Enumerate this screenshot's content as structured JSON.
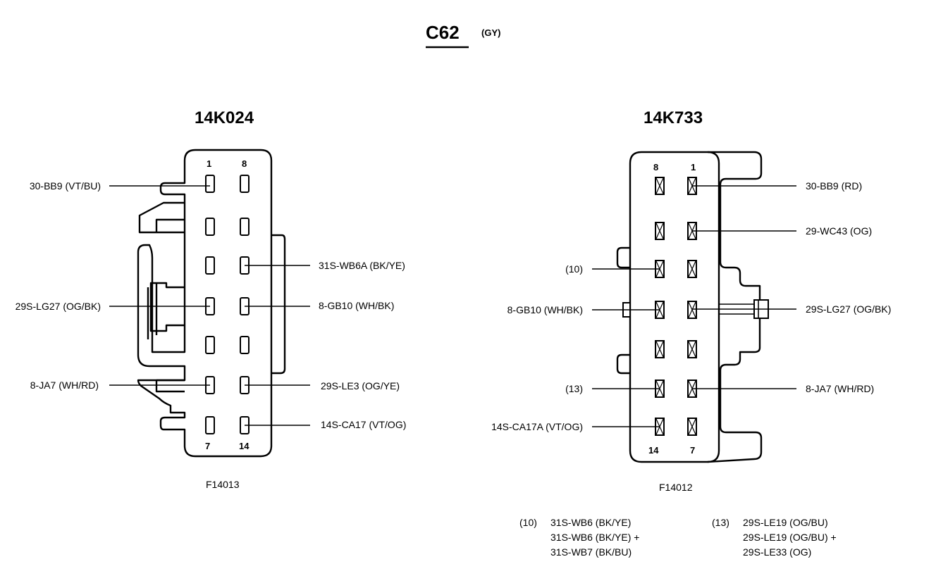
{
  "header": {
    "connector": "C62",
    "color_code": "(GY)"
  },
  "left": {
    "part": "14K024",
    "figure": "F14013",
    "pin_top_left": "1",
    "pin_top_right": "8",
    "pin_bottom_left": "7",
    "pin_bottom_right": "14",
    "labels": {
      "pin1": "30-BB9 (VT/BU)",
      "pin10": "31S-WB6A (BK/YE)",
      "pin4": "29S-LG27 (OG/BK)",
      "pin11": "8-GB10 (WH/BK)",
      "pin6": "8-JA7 (WH/RD)",
      "pin13": "29S-LE3 (OG/YE)",
      "pin14": "14S-CA17 (VT/OG)"
    }
  },
  "right": {
    "part": "14K733",
    "figure": "F14012",
    "pin_top_left": "8",
    "pin_top_right": "1",
    "pin_bottom_left": "14",
    "pin_bottom_right": "7",
    "labels": {
      "pin1": "30-BB9 (RD)",
      "pin2": "29-WC43 (OG)",
      "pin10": "(10)",
      "pin11": "8-GB10 (WH/BK)",
      "pin4": "29S-LG27 (OG/BK)",
      "pin13": "(13)",
      "pin6": "8-JA7 (WH/RD)",
      "pin14": "14S-CA17A (VT/OG)"
    }
  },
  "notes": {
    "n10_ref": "(10)",
    "n10_line1": "31S-WB6 (BK/YE)",
    "n10_line2": "31S-WB6 (BK/YE) +",
    "n10_line3": "31S-WB7 (BK/BU)",
    "n13_ref": "(13)",
    "n13_line1": "29S-LE19 (OG/BU)",
    "n13_line2": "29S-LE19 (OG/BU) +",
    "n13_line3": "29S-LE33 (OG)"
  }
}
